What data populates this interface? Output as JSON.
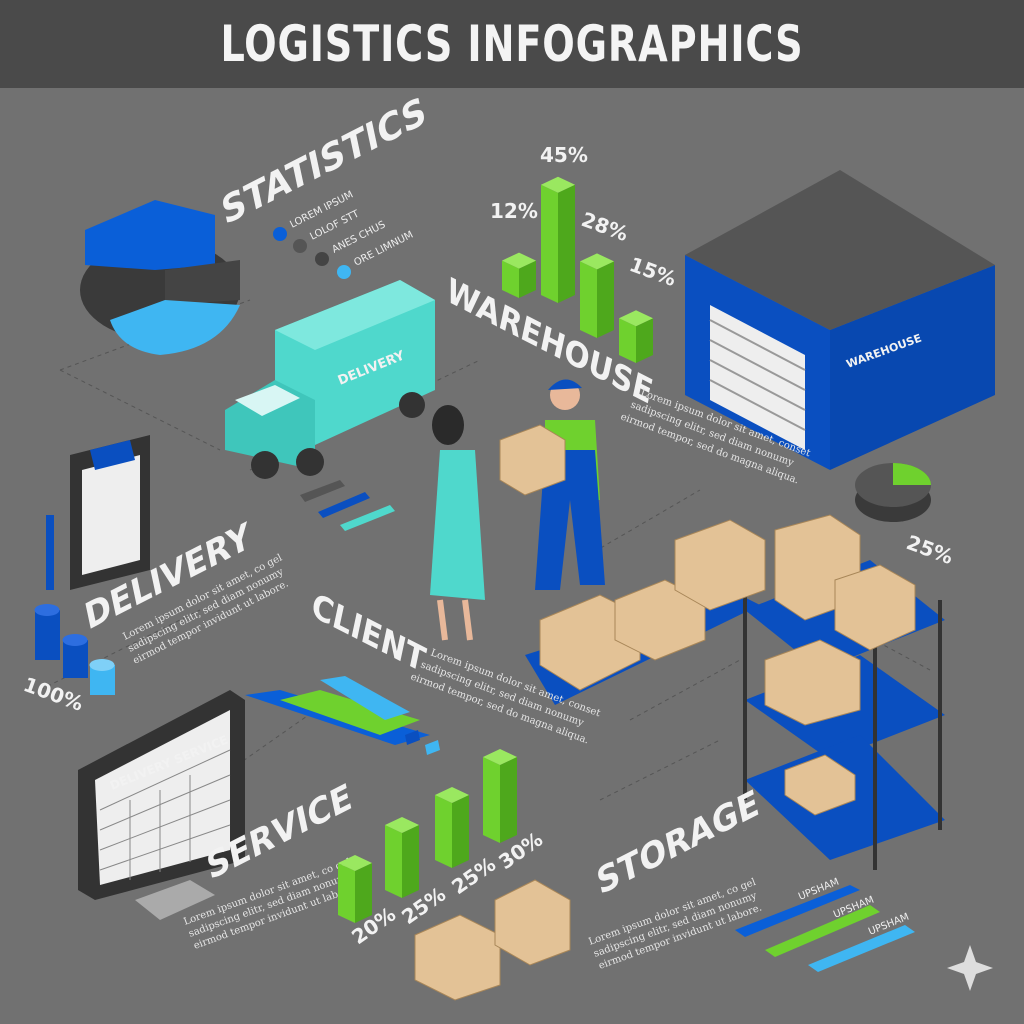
{
  "title": "LOGISTICS INFOGRAPHICS",
  "sections": {
    "statistics": {
      "heading": "STATISTICS",
      "legend": [
        "LOREM IPSUM",
        "LOLOF STT",
        "ANES CHUS",
        "ORE LIMNUM"
      ],
      "legend_colors": [
        "#0a5fd8",
        "#555555",
        "#444444",
        "#3fb6f2"
      ]
    },
    "warehouse": {
      "heading": "WAREHOUSE",
      "building_label": "WAREHOUSE",
      "text": [
        "Lorem ipsum dolor sit amet, conset",
        "sadipscing elitr, sed diam nonumy",
        "eirmod tempor, sed do magna aliqua."
      ],
      "pie_percent": "25%"
    },
    "delivery": {
      "heading": "DELIVERY",
      "truck_label": "DELIVERY",
      "text": [
        "Lorem ipsum dolor sit amet, co gel",
        "sadipscing elitr, sed diam nonumy",
        "eirmod tempor invidunt ut labore."
      ],
      "percent": "100%"
    },
    "client": {
      "heading": "CLIENT",
      "text": [
        "Lorem ipsum dolor sit amet, conset",
        "sadipscing elitr, sed diam nonumy",
        "eirmod tempor, sed do magna aliqua."
      ]
    },
    "service": {
      "heading": "SERVICE",
      "monitor_label": "DELIVERY SERVICE",
      "text": [
        "Lorem ipsum dolor sit amet, co gel",
        "sadipscing elitr, sed diam nonumy",
        "eirmod tempor invidunt ut labore."
      ]
    },
    "storage": {
      "heading": "STORAGE",
      "text": [
        "Lorem ipsum dolor sit amet, co gel",
        "sadipscing elitr, sed diam nonumy",
        "eirmod tempor invidunt ut labore."
      ],
      "bar_labels": [
        "UPSHAM",
        "UPSHAM",
        "UPSHAM"
      ]
    }
  },
  "top_bars": {
    "labels": [
      "12%",
      "45%",
      "28%",
      "15%"
    ],
    "values": [
      12,
      45,
      28,
      15
    ]
  },
  "bottom_bars": {
    "labels": [
      "20%",
      "25%",
      "25%",
      "30%"
    ],
    "values": [
      20,
      25,
      25,
      30
    ]
  },
  "colors": {
    "background": "#717171",
    "title_bar": "#4a4a4a",
    "blue": "#0a4fc0",
    "green": "#6fd12e",
    "teal": "#4fd8cc",
    "light_blue": "#3fb6f2",
    "box": "#e3c296"
  }
}
